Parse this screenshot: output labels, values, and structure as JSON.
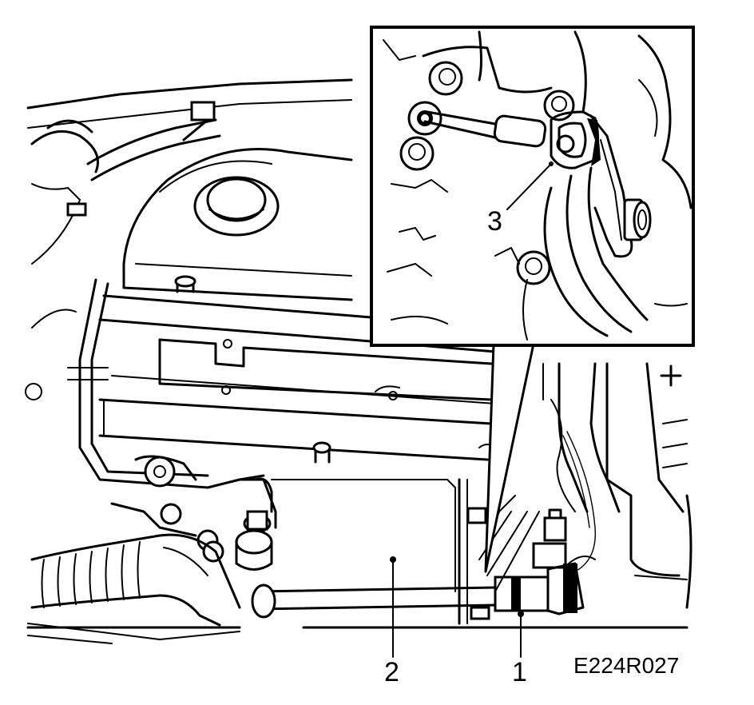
{
  "callouts": [
    {
      "id": "1",
      "label": "1"
    },
    {
      "id": "2",
      "label": "2"
    },
    {
      "id": "3",
      "label": "3"
    }
  ],
  "figure_code": "E224R027",
  "colors": {
    "ink": "#000000",
    "paper": "#ffffff"
  }
}
